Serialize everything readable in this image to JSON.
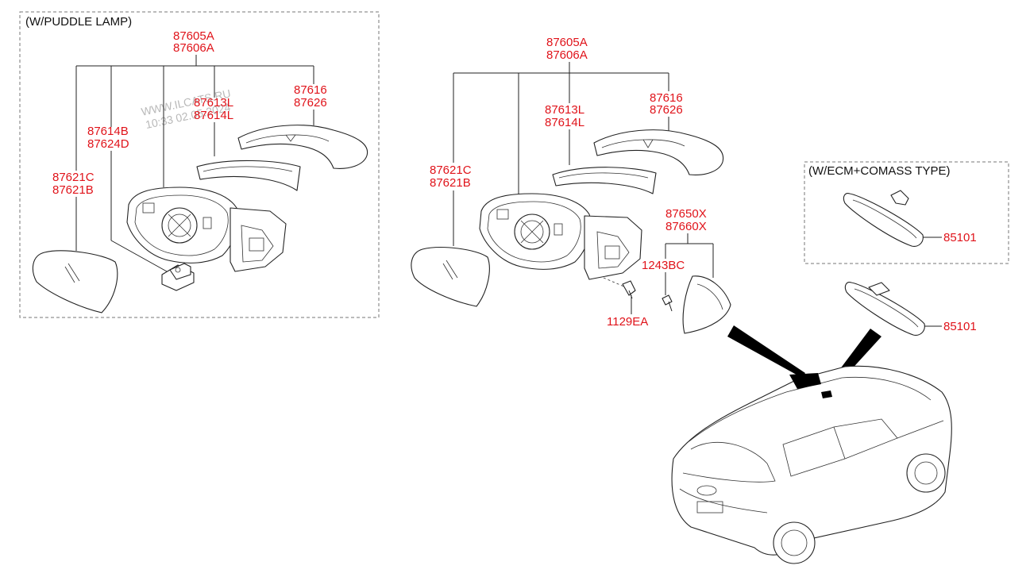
{
  "groups": {
    "puddle_lamp_caption": "(W/PUDDLE LAMP)",
    "ecm_caption": "(W/ECM+COMASS TYPE)"
  },
  "watermark": {
    "line1": "WWW.ILCATS.RU",
    "line2": "10:33 02.05.2024"
  },
  "labels": {
    "left": {
      "assy_1": "87605A",
      "assy_2": "87606A",
      "cover_1": "87616",
      "cover_2": "87626",
      "repeater_1": "87613L",
      "repeater_2": "87614L",
      "lamp_1": "87614B",
      "lamp_2": "87624D",
      "glass_1": "87621C",
      "glass_2": "87621B"
    },
    "middle": {
      "assy_1": "87605A",
      "assy_2": "87606A",
      "cover_1": "87616",
      "cover_2": "87626",
      "repeater_1": "87613L",
      "repeater_2": "87614L",
      "glass_1": "87621C",
      "glass_2": "87621B",
      "screw": "1129EA",
      "garnish_1": "87650X",
      "garnish_2": "87660X",
      "clip": "1243BC"
    },
    "right": {
      "ecm_mirror": "85101",
      "inside_mirror": "85101"
    }
  },
  "colors": {
    "label": "#e0131a",
    "line": "#222222",
    "box": "#777777"
  }
}
